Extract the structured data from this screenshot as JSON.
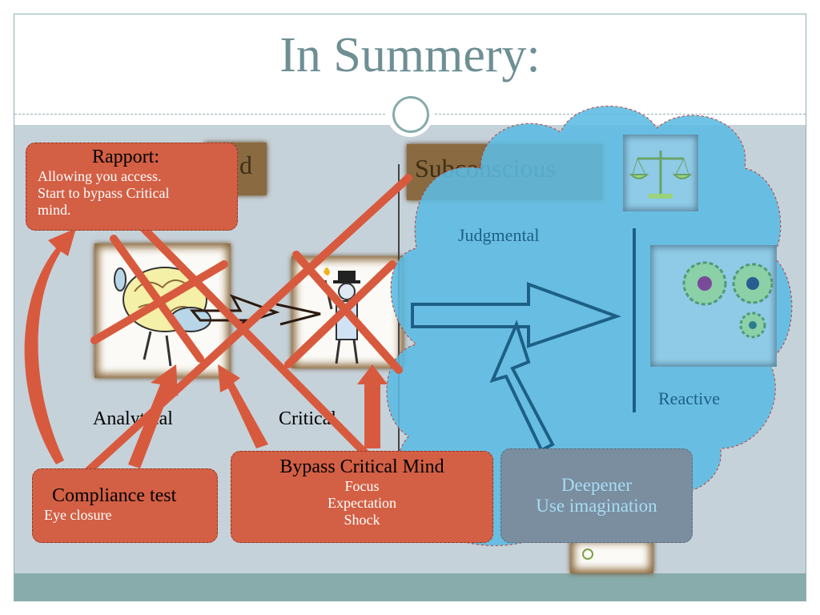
{
  "slide": {
    "title": "In Summery:"
  },
  "boxes": {
    "mind_tag": "d",
    "subconscious_tag": "Subconscious"
  },
  "labels": {
    "analytical": "Analytical",
    "critical": "Critical",
    "judgmental": "Judgmental",
    "reactive": "Reactive"
  },
  "callouts": {
    "rapport": {
      "heading": "Rapport:",
      "lines": [
        "Allowing you access.",
        "Start to bypass Critical",
        "mind."
      ]
    },
    "compliance": {
      "heading": "Compliance test",
      "lines": [
        "Eye closure"
      ]
    },
    "bypass": {
      "heading": "Bypass Critical Mind",
      "lines": [
        "Focus",
        "Expectation",
        "Shock"
      ]
    },
    "deepener": {
      "heading": "Deepener",
      "lines": [
        "Use imagination"
      ]
    }
  },
  "colors": {
    "title": "#6e8f93",
    "callout_fill": "#d35f44",
    "cloud_fill": "#5bbbe2",
    "cross_arrows": "#d85a3e",
    "cloud_text": "#1d5f86"
  }
}
